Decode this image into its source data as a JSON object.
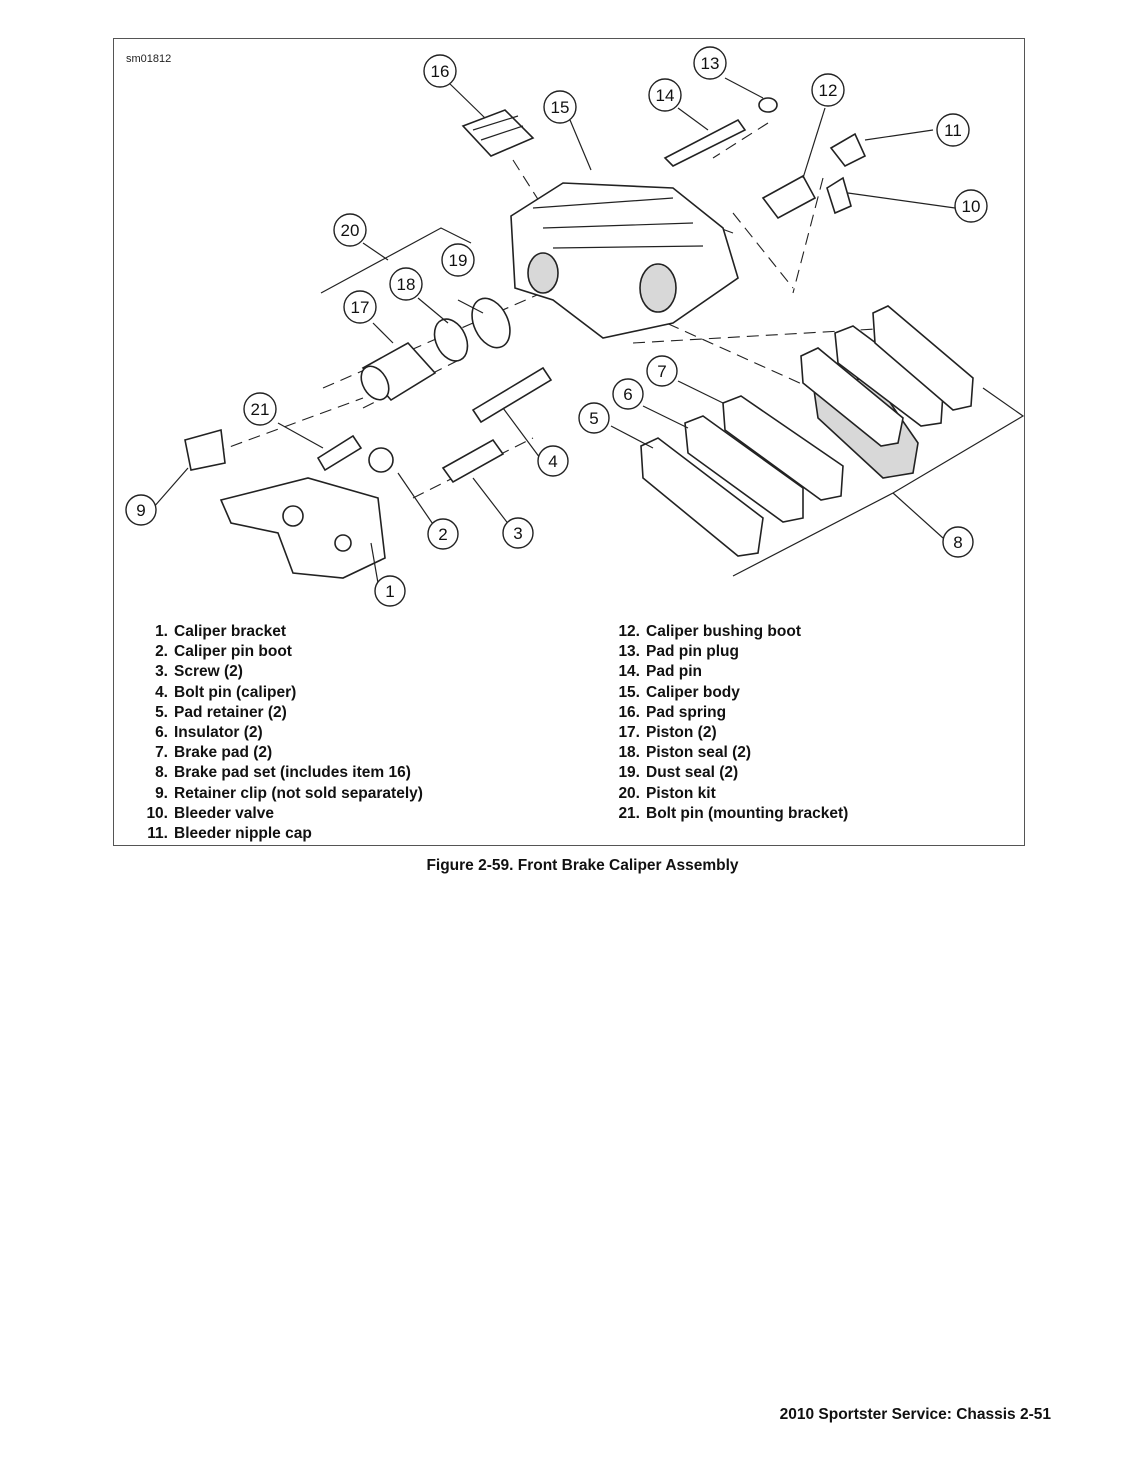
{
  "figure_id": "sm01812",
  "callouts": [
    "1",
    "2",
    "3",
    "4",
    "5",
    "6",
    "7",
    "8",
    "9",
    "10",
    "11",
    "12",
    "13",
    "14",
    "15",
    "16",
    "17",
    "18",
    "19",
    "20",
    "21"
  ],
  "legend_left": [
    {
      "num": "1.",
      "text": "Caliper bracket"
    },
    {
      "num": "2.",
      "text": "Caliper pin boot"
    },
    {
      "num": "3.",
      "text": "Screw (2)"
    },
    {
      "num": "4.",
      "text": "Bolt pin (caliper)"
    },
    {
      "num": "5.",
      "text": "Pad retainer (2)"
    },
    {
      "num": "6.",
      "text": "Insulator (2)"
    },
    {
      "num": "7.",
      "text": "Brake pad (2)"
    },
    {
      "num": "8.",
      "text": "Brake pad set (includes item 16)"
    },
    {
      "num": "9.",
      "text": "Retainer clip (not sold separately)"
    },
    {
      "num": "10.",
      "text": "Bleeder valve"
    },
    {
      "num": "11.",
      "text": "Bleeder nipple cap"
    }
  ],
  "legend_right": [
    {
      "num": "12.",
      "text": "Caliper bushing boot"
    },
    {
      "num": "13.",
      "text": "Pad pin plug"
    },
    {
      "num": "14.",
      "text": "Pad pin"
    },
    {
      "num": "15.",
      "text": "Caliper body"
    },
    {
      "num": "16.",
      "text": "Pad spring"
    },
    {
      "num": "17.",
      "text": "Piston (2)"
    },
    {
      "num": "18.",
      "text": "Piston seal (2)"
    },
    {
      "num": "19.",
      "text": "Dust seal (2)"
    },
    {
      "num": "20.",
      "text": "Piston kit"
    },
    {
      "num": "21.",
      "text": "Bolt pin (mounting bracket)"
    }
  ],
  "caption": "Figure 2-59. Front Brake Caliper Assembly",
  "footer": "2010 Sportster Service: Chassis  2-51"
}
